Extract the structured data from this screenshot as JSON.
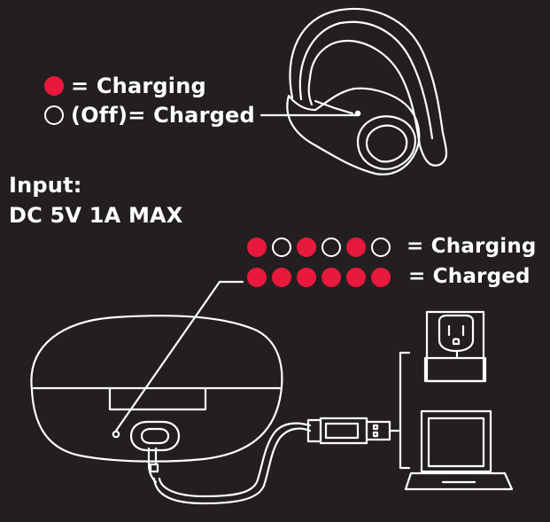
{
  "colors": {
    "background": "#231f20",
    "led_on": "#e8193c",
    "line": "#ffffff"
  },
  "legend_single": {
    "charging": {
      "led": "on",
      "label": "= Charging"
    },
    "charged": {
      "led": "off",
      "label": "(Off)= Charged"
    }
  },
  "input_spec": {
    "line1": "Input:",
    "line2": "DC 5V 1A MAX"
  },
  "legend_case": {
    "charging": {
      "pattern": [
        "on",
        "off",
        "on",
        "off",
        "on",
        "off"
      ],
      "label": "= Charging"
    },
    "charged": {
      "pattern": [
        "on",
        "on",
        "on",
        "on",
        "on",
        "on"
      ],
      "label": "= Charged"
    }
  },
  "icons": [
    "earbud-icon",
    "charging-case-icon",
    "usb-cable-icon",
    "wall-outlet-icon",
    "laptop-icon"
  ]
}
